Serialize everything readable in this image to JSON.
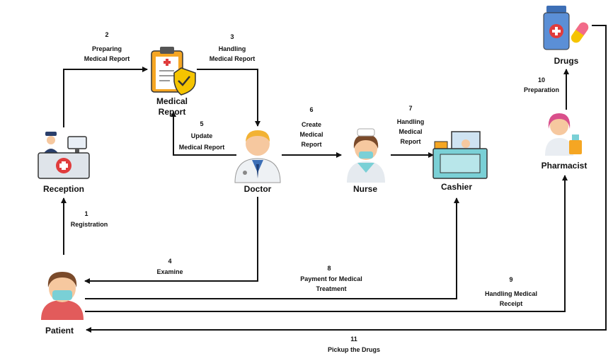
{
  "nodes": {
    "reception": {
      "label": "Reception",
      "icon": "reception-desk-icon"
    },
    "medical_report": {
      "label_line1": "Medical",
      "label_line2": "Report",
      "icon": "clipboard-report-icon"
    },
    "doctor": {
      "label": "Doctor",
      "icon": "doctor-icon"
    },
    "nurse": {
      "label": "Nurse",
      "icon": "nurse-icon"
    },
    "cashier": {
      "label": "Cashier",
      "icon": "cashier-icon"
    },
    "pharmacist": {
      "label": "Pharmacist",
      "icon": "pharmacist-icon"
    },
    "drugs": {
      "label": "Drugs",
      "icon": "drugs-bottle-icon"
    },
    "patient": {
      "label": "Patient",
      "icon": "patient-icon"
    }
  },
  "steps": {
    "s1": {
      "num": "1",
      "text": "Registration"
    },
    "s2": {
      "num": "2",
      "line1": "Preparing",
      "line2": "Medical Report"
    },
    "s3": {
      "num": "3",
      "line1": "Handling",
      "line2": "Medical Report"
    },
    "s4": {
      "num": "4",
      "text": "Examine"
    },
    "s5": {
      "num": "5",
      "line1": "Update",
      "line2": "Medical Report"
    },
    "s6": {
      "num": "6",
      "line1": "Create",
      "line2": "Medical",
      "line3": "Report"
    },
    "s7": {
      "num": "7",
      "line1": "Handling",
      "line2": "Medical",
      "line3": "Report"
    },
    "s8": {
      "num": "8",
      "line1": "Payment for Medical",
      "line2": "Treatment"
    },
    "s9": {
      "num": "9",
      "line1": "Handling Medical",
      "line2": "Receipt"
    },
    "s10": {
      "num": "10",
      "text": "Preparation"
    },
    "s11": {
      "num": "11",
      "text": "Pickup the Drugs"
    }
  },
  "colors": {
    "line": "#111111",
    "red_cross": "#e03c3c",
    "clipboard": "#f5a623",
    "skin": "#f6c89f",
    "hair": "#7a4a2a",
    "mask": "#7ad0d6",
    "shirt": "#e25b5b",
    "blue": "#3d6fb6"
  }
}
